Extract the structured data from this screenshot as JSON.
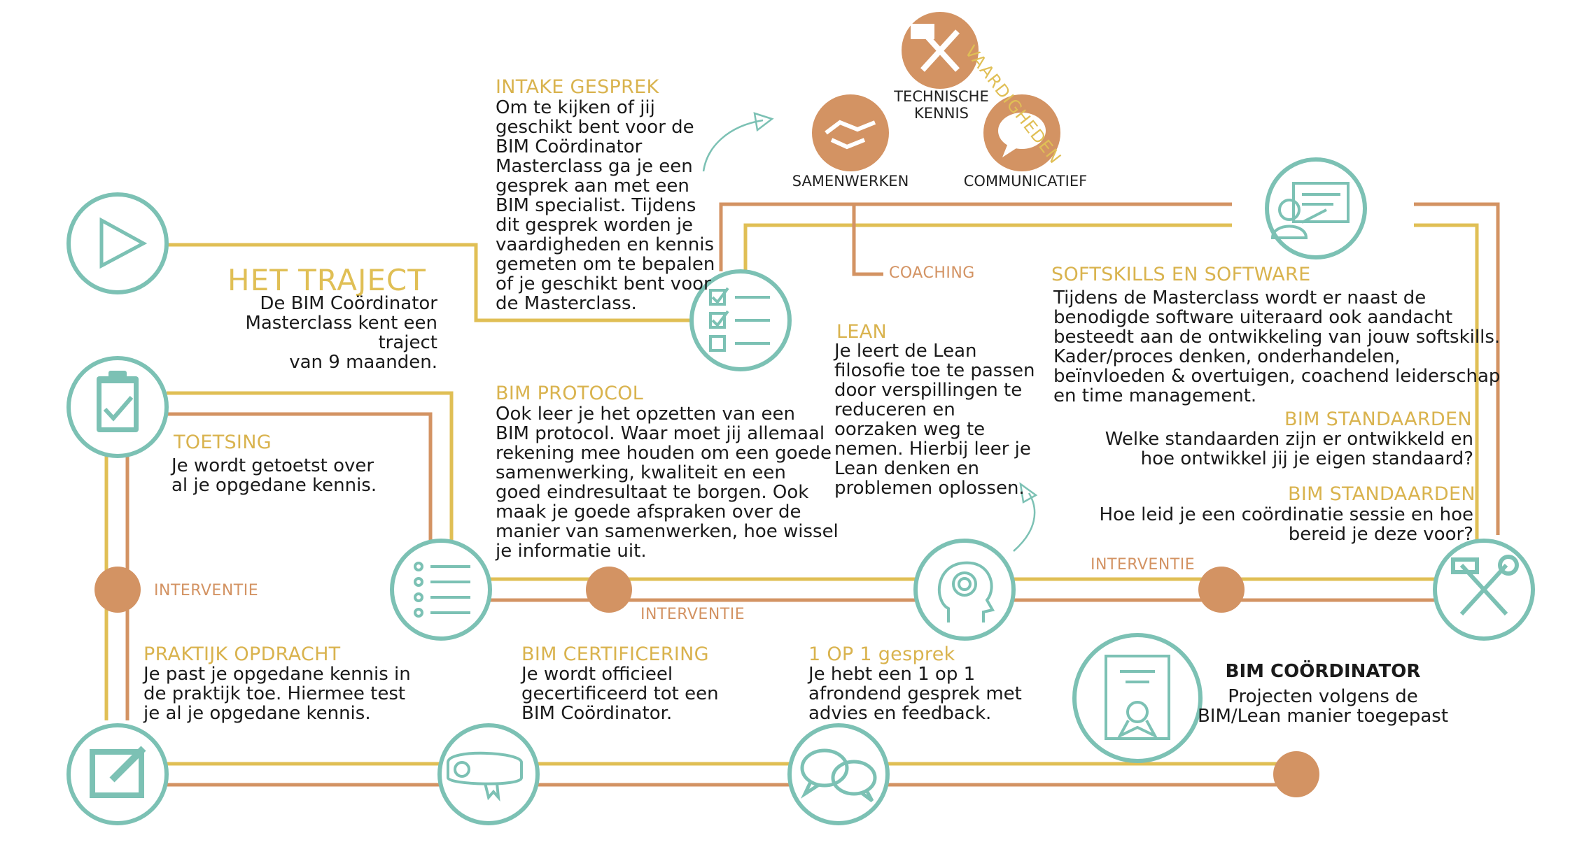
{
  "colors": {
    "teal": "#7cc1b4",
    "orange": "#d39363",
    "gold": "#e0bf55",
    "text": "#1a1a1a"
  },
  "title": {
    "heading": "HET TRAJECT",
    "body": "De BIM Coördinator\nMasterclass kent een traject\nvan 9 maanden."
  },
  "intake": {
    "heading": "INTAKE GESPREK",
    "body": "Om te kijken of jij\ngeschikt bent voor de\nBIM Coördinator\nMasterclass ga je een\ngesprek aan met een\nBIM specialist. Tijdens\ndit gesprek worden je\nvaardigheden en kennis\ngemeten om te bepalen\nof je geschikt bent voor\nde Masterclass."
  },
  "skills": {
    "title": "VAARDIGHEDEN",
    "technical": "TECHNISCHE\nKENNIS",
    "collaborate": "SAMENWERKEN",
    "communicative": "COMMUNICATIEF",
    "coaching": "COACHING"
  },
  "softskills": {
    "heading": "SOFTSKILLS EN SOFTWARE",
    "body": "Tijdens de Masterclass wordt er naast de\nbenodigde software  uiteraard ook aandacht\nbesteedt aan de ontwikkeling van jouw softskills.\nKader/proces denken, onderhandelen,\nbeïnvloeden & overtuigen, coachend leiderschap\nen time management."
  },
  "bim_standards_1": {
    "heading": "BIM STANDAARDEN",
    "body": "Welke standaarden zijn er ontwikkeld en\nhoe ontwikkel jij je eigen standaard?"
  },
  "bim_standards_2": {
    "heading": "BIM STANDAARDEN",
    "body": "Hoe leid je een coördinatie sessie en hoe\nbereid je deze voor?"
  },
  "lean": {
    "heading": "LEAN",
    "body": "Je leert de Lean\nfilosofie toe te passen\ndoor verspillingen te\nreduceren en\noorzaken weg te\nnemen. Hierbij leer je\nLean denken en\nproblemen oplossen."
  },
  "protocol": {
    "heading": "BIM PROTOCOL",
    "body": "Ook leer je het opzetten van een\nBIM protocol. Waar moet jij allemaal\nrekening mee houden om een goede\nsamenwerking, kwaliteit en een\ngoed eindresultaat te borgen. Ook\nmaak je goede afspraken over de\nmanier van samenwerken, hoe wissel\nje informatie uit."
  },
  "assessment": {
    "heading": "TOETSING",
    "body": "Je wordt getoetst over\nal je opgedane kennis."
  },
  "interventions": {
    "left": "INTERVENTIE",
    "middle": "INTERVENTIE",
    "right": "INTERVENTIE"
  },
  "practice": {
    "heading": "PRAKTIJK OPDRACHT",
    "body": "Je past je opgedane kennis in\nde praktijk toe. Hiermee test\nje al je opgedane kennis."
  },
  "certification": {
    "heading": "BIM CERTIFICERING",
    "body": "Je wordt officieel\ngecertificeerd tot een\nBIM Coördinator."
  },
  "one_on_one": {
    "heading": "1 OP 1 gesprek",
    "body": "Je hebt een 1 op 1\nafrondend gesprek met\nadvies en feedback."
  },
  "result": {
    "heading": "BIM COÖRDINATOR",
    "body": "Projecten volgens de\nBIM/Lean manier toegepast"
  },
  "icons": [
    "play-icon",
    "checklist-icon",
    "presentation-icon",
    "tools-icon",
    "head-icon",
    "list-icon",
    "clipboard-icon",
    "edit-icon",
    "diploma-icon",
    "chat-icon",
    "certificate-icon",
    "handshake-icon",
    "speech-bubble-icon",
    "hammer-wrench-icon"
  ]
}
